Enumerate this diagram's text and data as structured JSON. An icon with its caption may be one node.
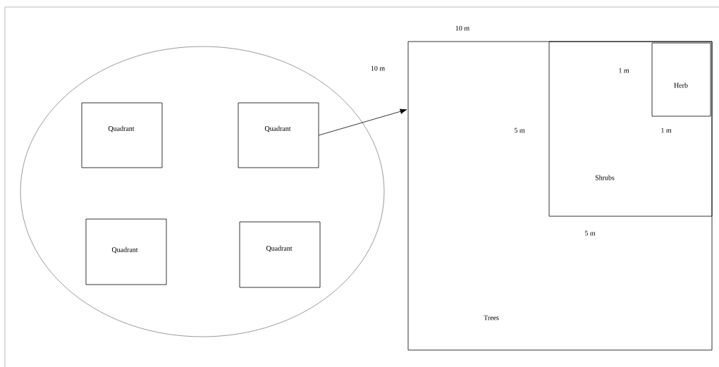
{
  "diagram": {
    "nodes": [
      {
        "text": [],
        "shape": "ellipse"
      },
      {
        "text": [
          "Quadrant"
        ],
        "in": 0
      },
      {
        "text": [
          "Quadrant"
        ],
        "in": 0
      },
      {
        "text": [
          "Quadrant"
        ],
        "in": 0
      },
      {
        "text": [
          "Quadrant"
        ],
        "in": 0
      },
      {
        "text": [
          "Trees"
        ]
      },
      {
        "text": [
          "Shrubs"
        ],
        "in": 5
      },
      {
        "text": [
          "Herb"
        ],
        "in": 6
      }
    ],
    "edges": [
      {
        "from": 2,
        "to": 5,
        "arrow": "to"
      }
    ],
    "labels": [
      "10 m",
      "10 m",
      "1 m",
      "5 m",
      "1 m",
      "5 m"
    ]
  }
}
